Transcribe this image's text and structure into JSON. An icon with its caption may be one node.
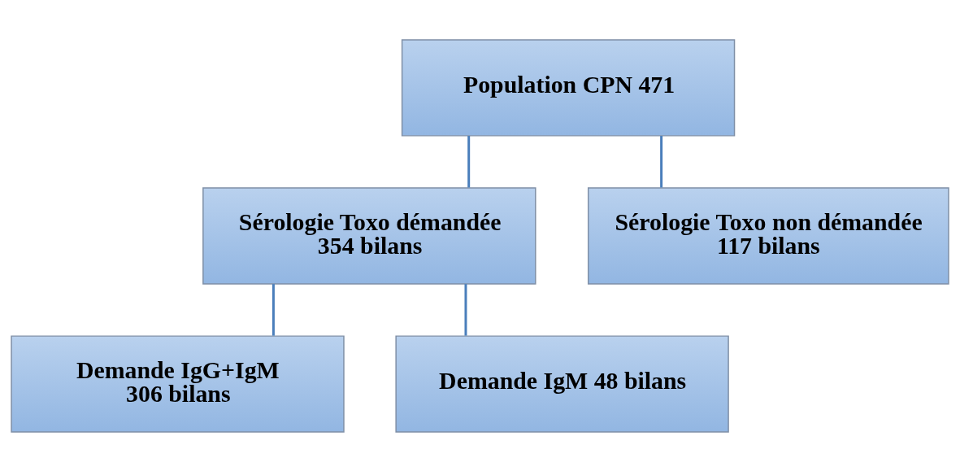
{
  "diagram": {
    "nodes": [
      {
        "text": [
          "Population CPN 471"
        ]
      },
      {
        "text": [
          "Sérologie Toxo démandée",
          "354 bilans"
        ]
      },
      {
        "text": [
          "Sérologie Toxo non démandée",
          "117 bilans"
        ]
      },
      {
        "text": [
          "Demande IgG+IgM",
          "306 bilans"
        ]
      },
      {
        "text": [
          "Demande IgM 48 bilans"
        ]
      }
    ],
    "edges": [
      {
        "from": 0,
        "to": 1,
        "arrow": "none"
      },
      {
        "from": 0,
        "to": 2,
        "arrow": "none"
      },
      {
        "from": 1,
        "to": 3,
        "arrow": "none"
      },
      {
        "from": 1,
        "to": 4,
        "arrow": "none"
      }
    ]
  }
}
